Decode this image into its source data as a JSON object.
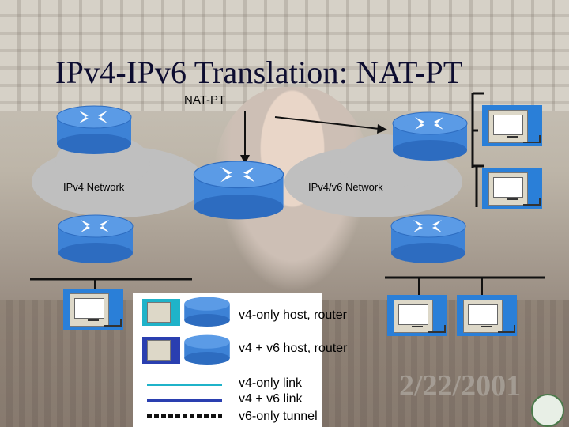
{
  "title": "IPv4-IPv6 Translation: NAT-PT",
  "labels": {
    "natpt": "NAT-PT",
    "ipv4_network": "IPv4 Network",
    "ipv4v6_network": "IPv4/v6 Network"
  },
  "legend": {
    "v4_host_router": "v4-only host, router",
    "v4v6_host_router": "v4 + v6 host, router",
    "v4_link": "v4-only link",
    "v4v6_link": "v4 + v6 link",
    "v6_tunnel": "v6-only tunnel"
  },
  "date": "2/22/2001",
  "colors": {
    "v4_only": "#1fb3c9",
    "v4v6": "#2a3fb0",
    "router_blue": "#3d82d6",
    "host_blue": "#2a7fd8"
  },
  "icons": {
    "router": "router-icon",
    "host": "computer-host-icon",
    "seal": "university-seal-icon"
  }
}
